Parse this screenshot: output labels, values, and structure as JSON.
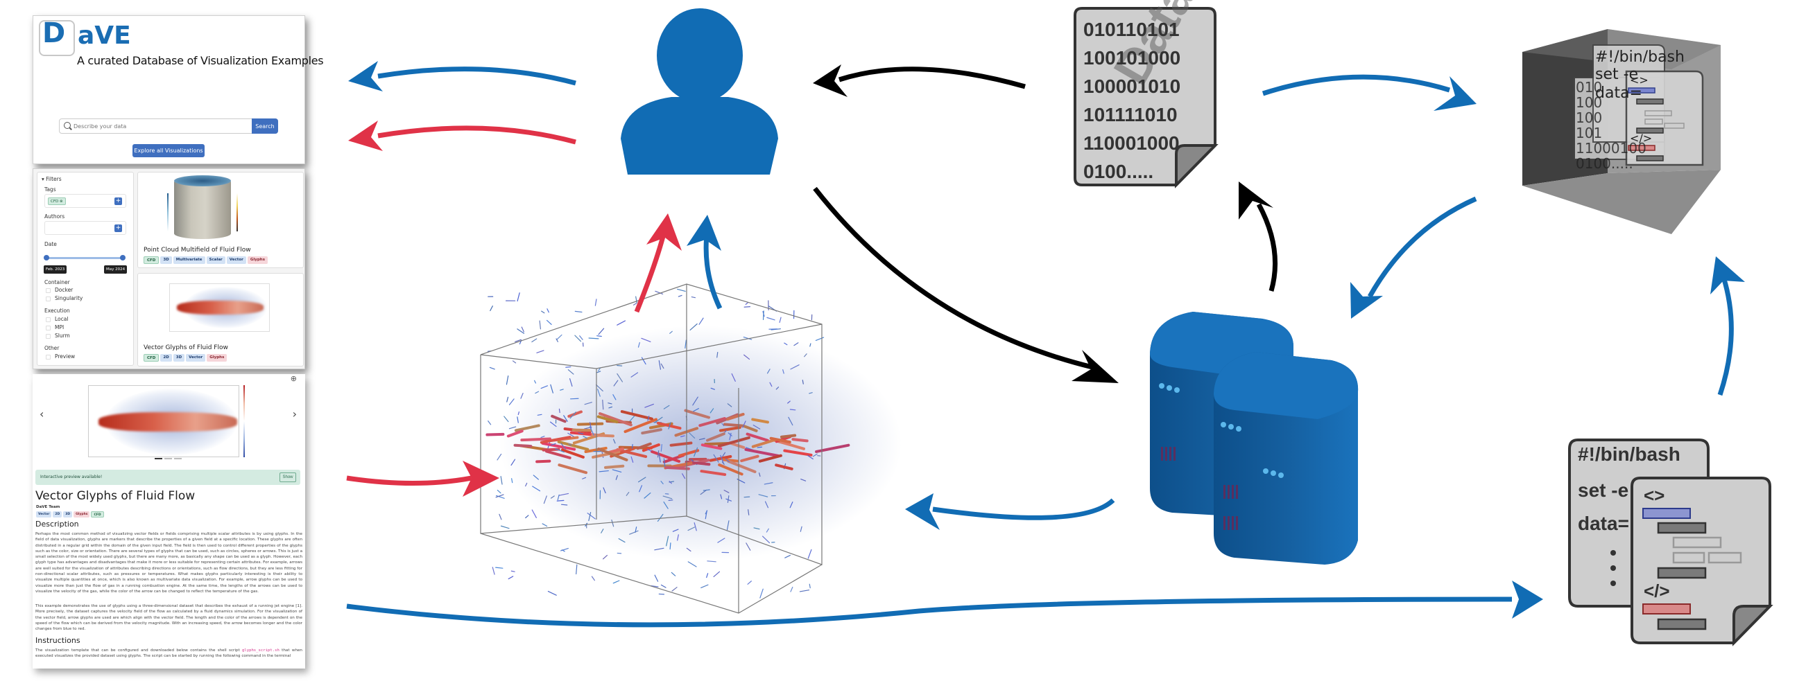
{
  "home": {
    "logo_letter": "D",
    "logo_rest": "aVE",
    "tagline": "A curated Database of Visualization Examples",
    "search_placeholder": "Describe your data",
    "search_button": "Search",
    "explore_button": "Explore all Visualizations"
  },
  "filters": {
    "title": "Filters",
    "tags_label": "Tags",
    "selected_tag": "CFD",
    "authors_label": "Authors",
    "date_label": "Date",
    "date_from": "Feb. 2023",
    "date_to": "May 2024",
    "container_label": "Container",
    "container_options": [
      "Docker",
      "Singularity"
    ],
    "execution_label": "Execution",
    "execution_options": [
      "Local",
      "MPI",
      "Slurm"
    ],
    "other_label": "Other",
    "other_options": [
      "Preview"
    ]
  },
  "cards": [
    {
      "title": "Point Cloud Multifield of Fluid Flow",
      "badges": [
        {
          "text": "CFD",
          "kind": "green"
        },
        {
          "text": "3D",
          "kind": "blue"
        },
        {
          "text": "Multivariate",
          "kind": "blue"
        },
        {
          "text": "Scalar",
          "kind": "blue"
        },
        {
          "text": "Vector",
          "kind": "blue"
        },
        {
          "text": "Glyphs",
          "kind": "red"
        }
      ]
    },
    {
      "title": "Vector Glyphs of Fluid Flow",
      "badges": [
        {
          "text": "CFD",
          "kind": "green"
        },
        {
          "text": "2D",
          "kind": "blue"
        },
        {
          "text": "3D",
          "kind": "blue"
        },
        {
          "text": "Vector",
          "kind": "blue"
        },
        {
          "text": "Glyphs",
          "kind": "red"
        }
      ]
    }
  ],
  "detail": {
    "zoom_icon": "zoom-in-icon",
    "prev_icon": "‹",
    "next_icon": "›",
    "carousel_slides": 3,
    "carousel_active": 1,
    "alert_text": "Interactive preview available!",
    "alert_button": "Show",
    "title": "Vector Glyphs of Fluid Flow",
    "author": "DaVE Team",
    "badges": [
      {
        "text": "Vector",
        "kind": "blue"
      },
      {
        "text": "2D",
        "kind": "blue"
      },
      {
        "text": "3D",
        "kind": "blue"
      },
      {
        "text": "Glyphs",
        "kind": "red"
      },
      {
        "text": "CFD",
        "kind": "green"
      }
    ],
    "description_heading": "Description",
    "description_p1": "Perhaps the most common method of visualizing vector fields or fields comprising multiple scalar attributes is by using glyphs. In the field of data visualization, glyphs are markers that describe the properties of a given field at a specific location. These glyphs are often distributed in a regular grid within the domain of the given input field. The field is then used to control different properties of the glyphs such as the color, size or orientation. There are several types of glyphs that can be used, such as circles, spheres or arrows. This is just a small selection of the most widely used glyphs, but there are many more, as basically any shape can be used as a glyph. However, each glyph type has advantages and disadvantages that make it more or less suitable for representing certain attributes. For example, arrows are well suited for the visualization of attributes describing directions or orientations, such as flow directions, but they are less fitting for non-directional scalar attributes, such as pressures or temperatures. What makes glyphs particularly interesting is their ability to visualize multiple quantities at once, which is also known as multivariate data visualization. For example, arrow glyphs can be used to visualize more than just the flow of gas in a running combustion engine. At the same time, the lengths of the arrows can be used to visualize the velocity of the gas, while the color of the arrow can be changed to reflect the temperature of the gas.",
    "description_p2": "This example demonstrates the use of glyphs using a three-dimensional dataset that describes the exhaust of a running jet engine [1]. More precisely, the dataset captures the velocity field of the flow as calculated by a fluid dynamics simulation. For the visualization of the vector field, arrow glyphs are used are which align with the vector field. The length and the color of the arrows is dependent on the speed of the flow which can be derived from the velocity magnitude. With an increasing speed, the arrow becomes longer and the color changes from blue to red.",
    "instructions_heading": "Instructions",
    "instructions_pre": "The visualization template that can be configured and downloaded below contains the shell script ",
    "instructions_code": "glyphs_script.sh",
    "instructions_post": " that when executed visualizes the provided dataset using glyphs. The script can be started by running the following command in the terminal"
  },
  "diagram": {
    "nodes": {
      "user": "user-icon",
      "data": "data-file-icon",
      "container": "container-box-icon",
      "servers": "server-stack-icon",
      "script": "script-template-icon",
      "visualization": "vector-glyph-visualization"
    },
    "data_file_lines": [
      "010110101",
      "100101000",
      "100001010",
      "101111010",
      "110001000",
      "0100....."
    ],
    "data_watermark": "Data",
    "script_lines": [
      "#!/bin/bash",
      "set -e",
      "data="
    ],
    "script_open_tag": "<>",
    "script_close_tag": "</>",
    "container_script_lines": [
      "#!/bin/bash",
      "set -e",
      "data="
    ],
    "container_data_lines": [
      "010",
      "100",
      "100",
      "101",
      "11000100",
      "0100....."
    ],
    "colors": {
      "blue": "#116cb4",
      "red": "#e03247",
      "black": "#000000",
      "gray_doc": "#cecece",
      "server_blue": "#1a6fb8",
      "server_led": "#5cb8ec"
    }
  }
}
